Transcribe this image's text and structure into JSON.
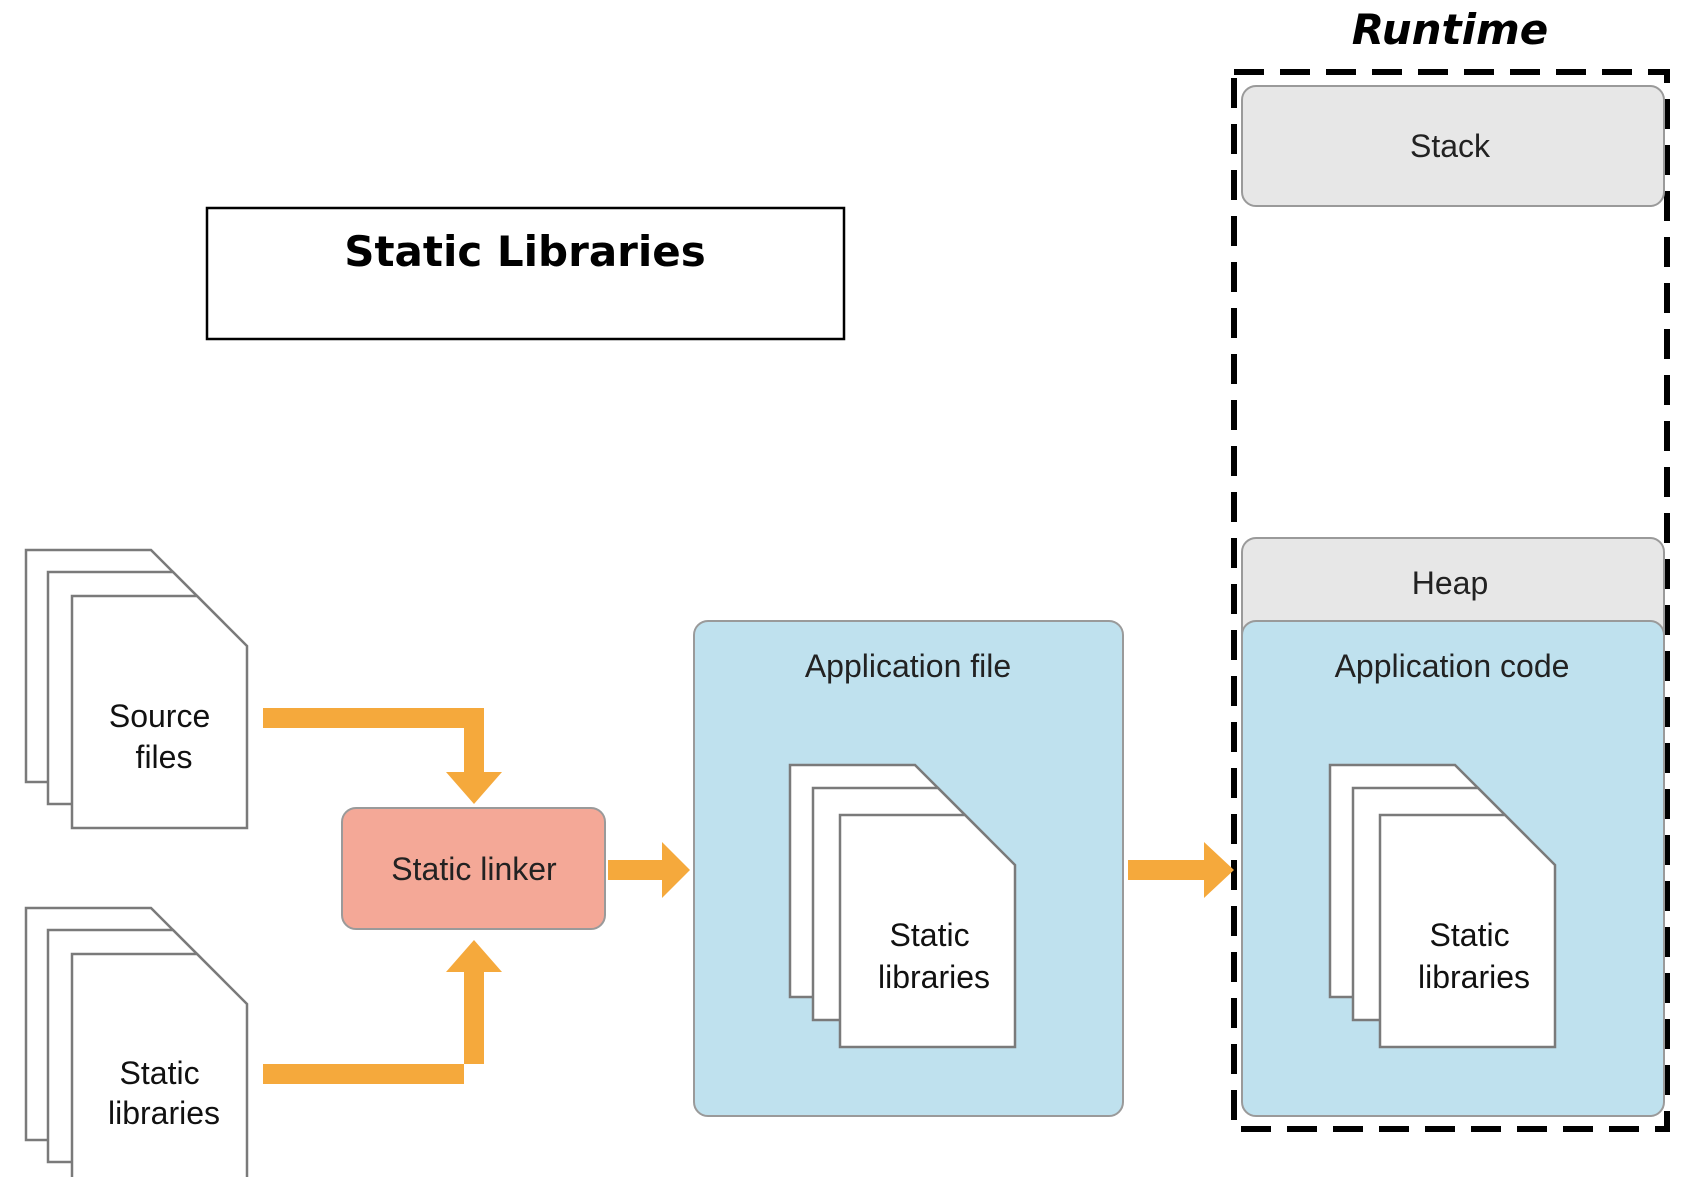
{
  "title": "Static Libraries",
  "runtime": {
    "label": "Runtime",
    "stack_label": "Stack",
    "heap_label": "Heap",
    "app_code_label": "Application code",
    "app_code_libs": [
      "Static",
      "libraries"
    ]
  },
  "inputs": {
    "source_files": [
      "Source",
      "files"
    ],
    "static_libraries": [
      "Static",
      "libraries"
    ]
  },
  "linker_label": "Static linker",
  "application_file": {
    "label": "Application file",
    "libs": [
      "Static",
      "libraries"
    ]
  },
  "colors": {
    "arrow": "#f5a93c",
    "linker_fill": "#f4a897",
    "app_fill": "#bfe1ee",
    "memory_fill": "#e7e7e7",
    "outline": "#1a1a1a"
  }
}
